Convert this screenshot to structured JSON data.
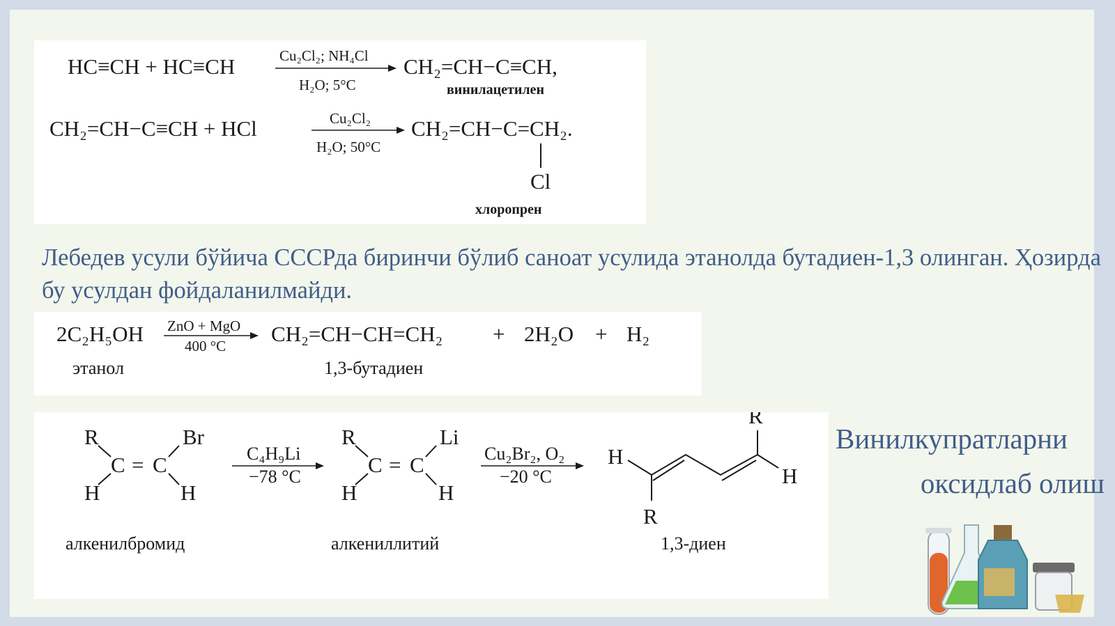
{
  "reaction1": {
    "left": "HC≡CH + HC≡CH",
    "reagent_top": "Cu₂Cl₂; NH₄Cl",
    "reagent_bottom": "H₂O; 5°C",
    "product": "CH₂=CH−C≡CH,",
    "product_label": "винилацетилен"
  },
  "reaction2": {
    "left": "CH₂=CH−C≡CH + HCl",
    "reagent_top": "Cu₂Cl₂",
    "reagent_bottom": "H₂O; 50°C",
    "product": "CH₂=CH−C=CH₂.",
    "substituent": "Cl",
    "product_label": "хлоропрен"
  },
  "paragraph": "Лебедев усули бўйича СССРда биринчи бўлиб саноат усулида этанолда бутадиен-1,3 олинган. Ҳозирда бу усулдан фойдаланилмайди.",
  "reaction3": {
    "left": "2C₂H₅OH",
    "reagent_top": "ZnO + MgO",
    "reagent_bottom": "400 °C",
    "product": "CH₂=CH−CH=CH₂",
    "plus1": "+",
    "water": "2H₂O",
    "plus2": "+",
    "hydrogen": "H₂",
    "left_label": "этанол",
    "product_label": "1,3-бутадиен"
  },
  "reaction4": {
    "m1": {
      "tl": "R",
      "tr": "Br",
      "bl": "H",
      "br": "H",
      "c1": "C",
      "c2": "C",
      "eq": "=",
      "label": "алкенилбромид"
    },
    "reagent1_top": "C₄H₉Li",
    "reagent1_bottom": "−78 °C",
    "m2": {
      "tl": "R",
      "tr": "Li",
      "bl": "H",
      "br": "H",
      "c1": "C",
      "c2": "C",
      "eq": "=",
      "label": "алкениллитий"
    },
    "reagent2_top": "Cu₂Br₂, O₂",
    "reagent2_bottom": "−20 °C",
    "m3": {
      "h_left": "H",
      "r_bottom": "R",
      "r_top": "R",
      "h_right": "H",
      "label": "1,3-диен"
    }
  },
  "side_title": {
    "line1": "Винилкупратларни",
    "line2": "оксидлаб олиш"
  },
  "colors": {
    "slide_bg": "#f3f6ec",
    "frame": "#d3dbe8",
    "text_accent": "#3f5d8a"
  },
  "decor": {
    "illustration": "lab-glassware-illustration"
  }
}
